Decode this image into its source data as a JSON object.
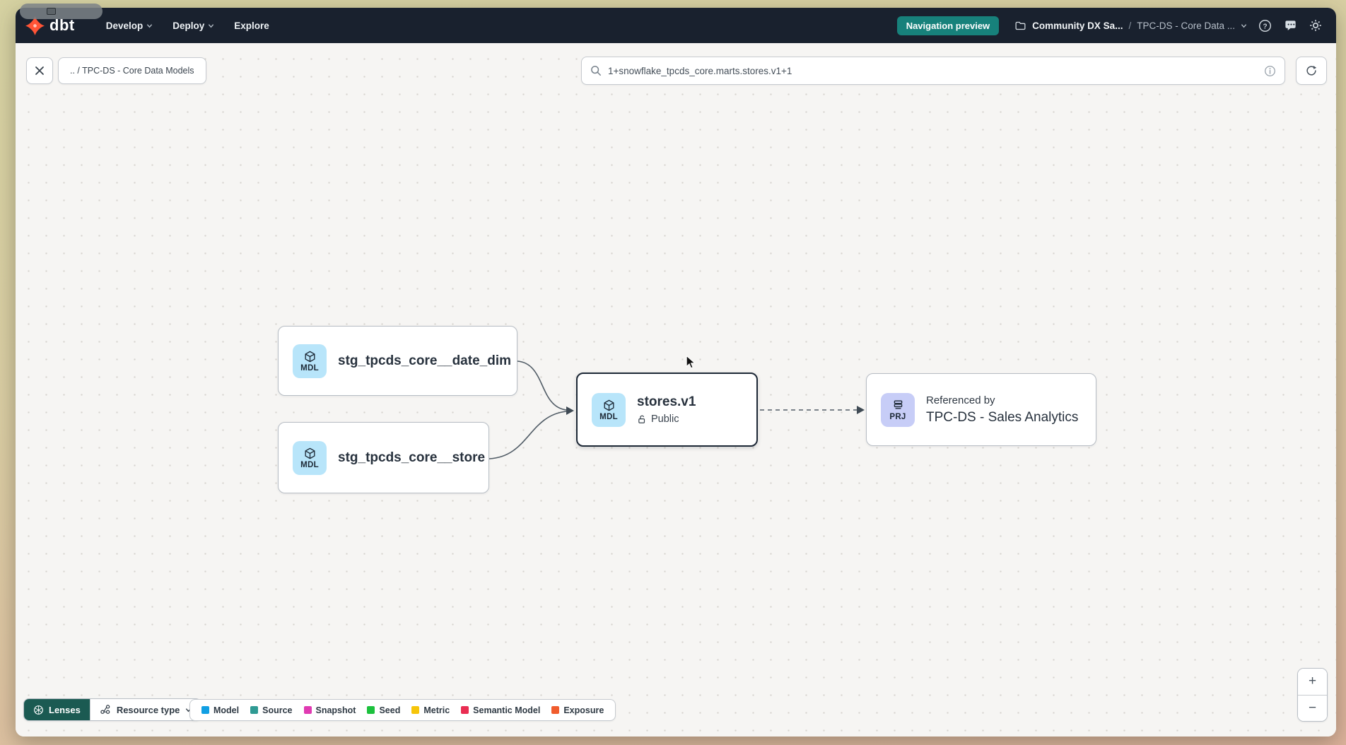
{
  "topbar": {
    "logo_text": "dbt",
    "menus": [
      {
        "label": "Develop"
      },
      {
        "label": "Deploy"
      },
      {
        "label": "Explore"
      }
    ],
    "preview_badge": "Navigation preview",
    "breadcrumb": {
      "account": "Community DX Sa...",
      "separator": "/",
      "project": "TPC-DS - Core Data ..."
    },
    "help_glyph": "?"
  },
  "toolbar": {
    "breadcrumb_chip": ".. / TPC-DS - Core Data Models",
    "search_value": "1+snowflake_tpcds_core.marts.stores.v1+1"
  },
  "graph": {
    "nodes": [
      {
        "badge": "MDL",
        "label": "stg_tpcds_core__date_dim"
      },
      {
        "badge": "MDL",
        "label": "stg_tpcds_core__store"
      },
      {
        "badge": "MDL",
        "label": "stores.v1",
        "access": "Public"
      },
      {
        "badge": "PRJ",
        "kicker": "Referenced by",
        "label": "TPC-DS - Sales Analytics"
      }
    ]
  },
  "legend": {
    "items": [
      {
        "label": "Model",
        "color": "#119fe3"
      },
      {
        "label": "Source",
        "color": "#2f9a93"
      },
      {
        "label": "Snapshot",
        "color": "#e03ab2"
      },
      {
        "label": "Seed",
        "color": "#1cc13d"
      },
      {
        "label": "Metric",
        "color": "#f6c50a"
      },
      {
        "label": "Semantic Model",
        "color": "#e92d52"
      },
      {
        "label": "Exposure",
        "color": "#f05c2d"
      }
    ]
  },
  "controls": {
    "lenses_label": "Lenses",
    "resource_type_label": "Resource type",
    "zoom_in": "+",
    "zoom_out": "−"
  },
  "colors": {
    "header_bg": "#19212e",
    "badge_teal": "#17817b",
    "lenses_teal": "#1b5a52",
    "model_badge_bg": "#b8e5fa",
    "project_badge_bg": "#c7cdf7",
    "canvas_bg": "#f6f5f3"
  }
}
